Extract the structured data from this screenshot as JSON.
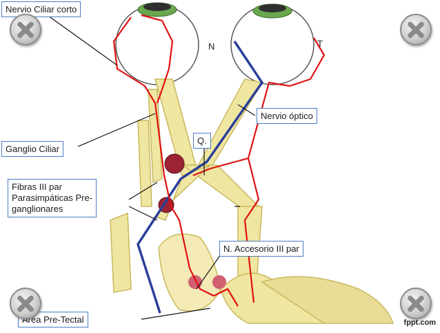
{
  "labels": {
    "ciliar_corto": "Nervio Ciliar corto",
    "n": "N",
    "t": "T",
    "optico": "Nervio óptico",
    "q": "Q.",
    "ganglio": "Ganglio Ciliar",
    "fibras_line1": "Fibras III par",
    "fibras_line2": "Parasimpáticas Pre-",
    "fibras_line3": "ganglionares",
    "accesorio": "N. Accesorio III par",
    "pretectal": "Área Pre-Tectal"
  },
  "brand": "fppt.com",
  "close_icon_names": [
    "close-icon",
    "close-icon",
    "close-icon",
    "close-icon"
  ],
  "colors": {
    "nerve": "#efe6a2",
    "nerve_stroke": "#c9b85c",
    "red_path": "#e01010",
    "blue_path": "#2a3f9a",
    "label_border": "#4a7bc8"
  }
}
